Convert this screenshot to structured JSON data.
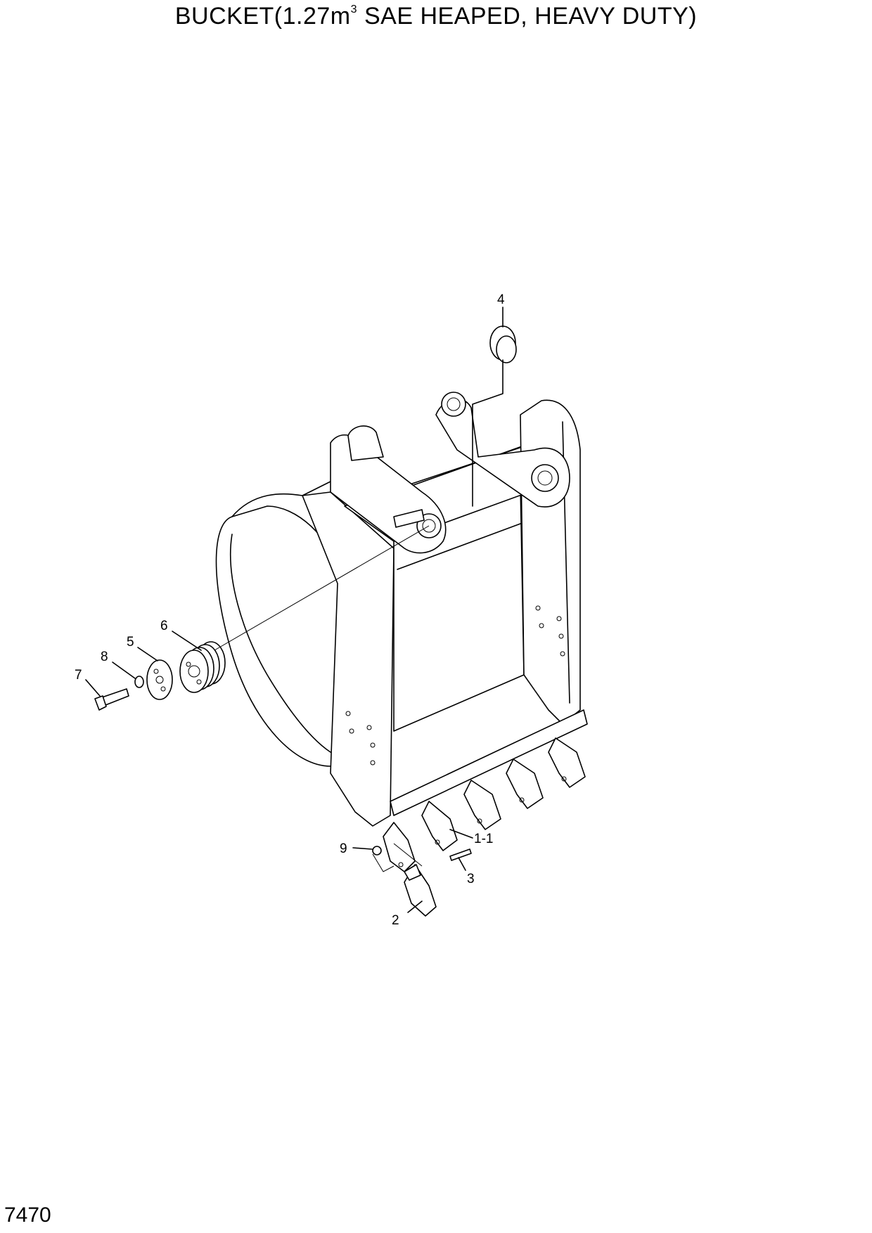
{
  "title": {
    "prefix": "BUCKET(1.27m",
    "superscript": "3",
    "suffix": " SAE HEAPED, HEAVY DUTY)"
  },
  "page_number": "7470",
  "callouts": {
    "c4": "4",
    "c6": "6",
    "c5": "5",
    "c8": "8",
    "c7": "7",
    "c9": "9",
    "c1_1": "1-1",
    "c3": "3",
    "c2": "2"
  }
}
